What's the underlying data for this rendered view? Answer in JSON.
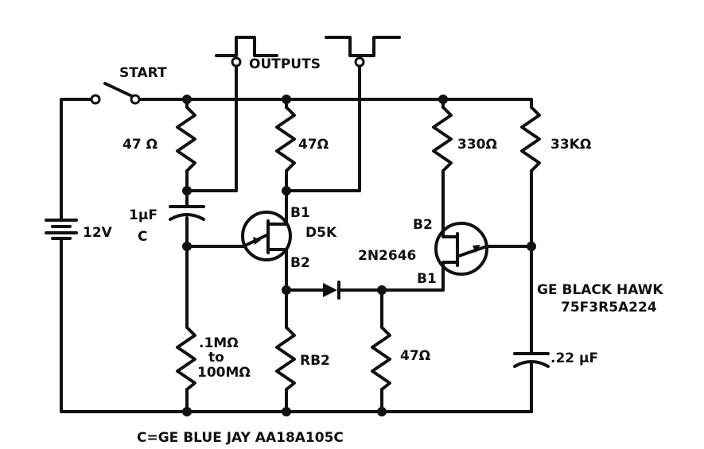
{
  "labels": {
    "start": "START",
    "outputs": "OUTPUTS",
    "battery": "12V",
    "r1": "47 Ω",
    "r2": "47Ω",
    "r3": "330Ω",
    "r4": "33KΩ",
    "cap_c_value": "1µF",
    "cap_c_name": "C",
    "ujt1": "D5K",
    "ujt1_b1": "B1",
    "ujt1_b2": "B2",
    "ujt2": "2N2646",
    "ujt2_b1": "B1",
    "ujt2_b2": "B2",
    "r_var_1": ".1MΩ",
    "r_var_2": "to",
    "r_var_3": "100MΩ",
    "rb2": "RB2",
    "r5": "47Ω",
    "cap2_name_1": "GE BLACK HAWK",
    "cap2_name_2": "75F3R5A224",
    "cap2_value": ".22 µF",
    "footnote": "C=GE BLUE JAY AA18A105C"
  }
}
